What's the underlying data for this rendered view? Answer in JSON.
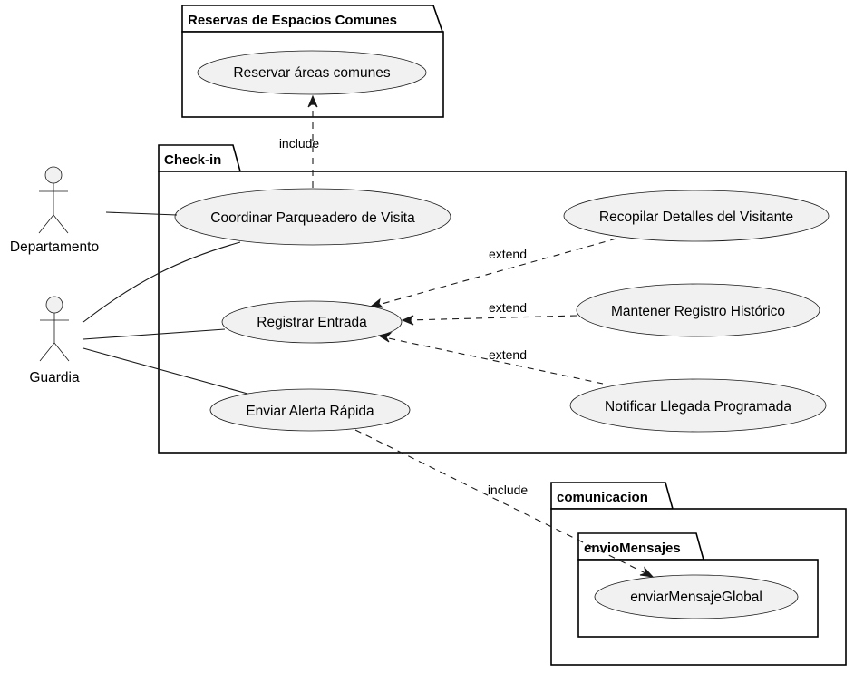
{
  "packages": {
    "reservas": {
      "title": "Reservas de Espacios Comunes"
    },
    "checkin": {
      "title": "Check-in"
    },
    "comunicacion": {
      "title": "comunicacion"
    },
    "envio": {
      "title": "envioMensajes"
    }
  },
  "actors": {
    "departamento": {
      "name": "Departamento"
    },
    "guardia": {
      "name": "Guardia"
    }
  },
  "use_cases": {
    "reservar": "Reservar áreas comunes",
    "coordinar": "Coordinar Parqueadero de Visita",
    "recopilar": "Recopilar Detalles del Visitante",
    "registrar": "Registrar Entrada",
    "mantener": "Mantener Registro Histórico",
    "alerta": "Enviar Alerta Rápida",
    "notificar": "Notificar Llegada Programada",
    "global": "enviarMensajeGlobal"
  },
  "relations": {
    "include_reservar": "include",
    "extend_recopilar": "extend",
    "extend_mantener": "extend",
    "extend_notificar": "extend",
    "include_global": "include"
  }
}
